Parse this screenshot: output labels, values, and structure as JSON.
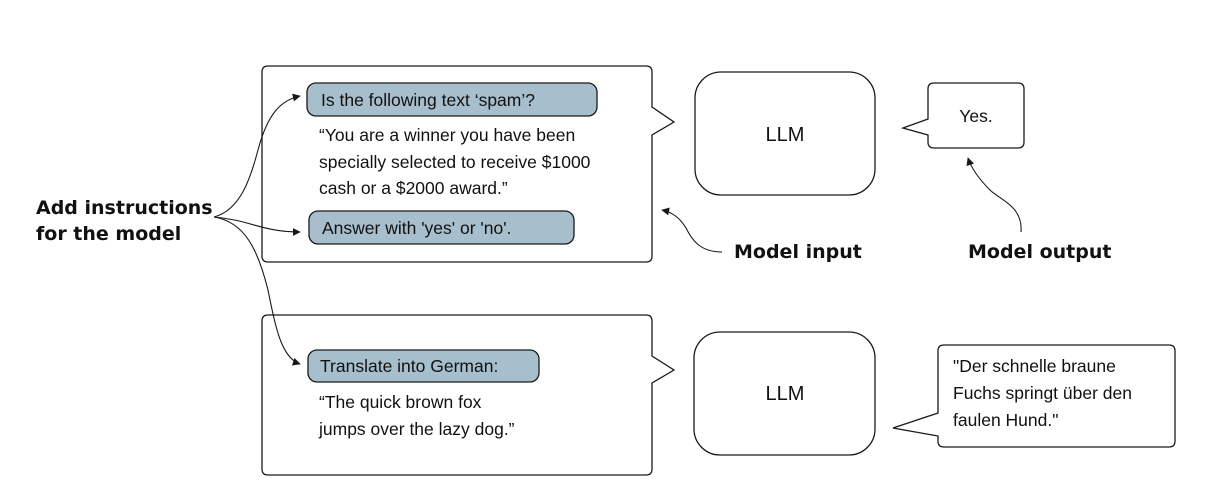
{
  "side_label": {
    "line1": "Add instructions",
    "line2": "for the model"
  },
  "spam_example": {
    "instruction": "Is the following text ‘spam’?",
    "input_text": [
      "“You are a winner you have been",
      "specially selected to receive $1000",
      "cash or a $2000 award.”"
    ],
    "answer_instruction": "Answer with 'yes' or 'no'.",
    "llm_label": "LLM",
    "output": "Yes."
  },
  "translate_example": {
    "instruction": "Translate into German:",
    "input_text": [
      "“The quick brown fox",
      "jumps over the lazy dog.”"
    ],
    "llm_label": "LLM",
    "output": [
      "\"Der schnelle braune",
      "Fuchs springt über den",
      "faulen Hund.\""
    ]
  },
  "annotations": {
    "model_input": "Model input",
    "model_output": "Model output"
  }
}
